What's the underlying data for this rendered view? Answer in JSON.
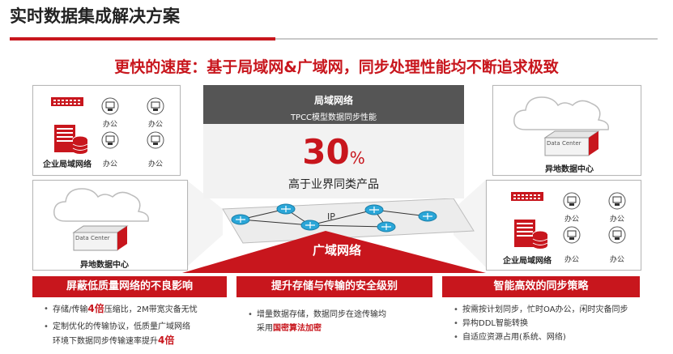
{
  "header": {
    "title": "实时数据集成解决方案",
    "subtitle": "更快的速度：基于局域网&广域网，同步处理性能均不断追求极致"
  },
  "topleft": {
    "office_labels": [
      "办公",
      "办公",
      "办公",
      "办公"
    ],
    "network_label": "企业局域网络"
  },
  "topright": {
    "dc_label": "Data Center",
    "caption": "异地数据中心"
  },
  "midleft": {
    "dc_label": "Data Center",
    "caption": "异地数据中心"
  },
  "midright": {
    "office_labels": [
      "办公",
      "办公",
      "办公",
      "办公"
    ],
    "network_label": "企业局域网络"
  },
  "lan": {
    "title": "局域网络",
    "subtitle": "TPCC模型数据同步性能",
    "value": "30",
    "unit": "%",
    "description": "高于业界同类产品"
  },
  "wan": {
    "label": "广域网络",
    "ip_label": "IP"
  },
  "bands": [
    {
      "title": "屏蔽低质量网络的不良影响",
      "items": [
        {
          "pre": "存储/传输",
          "em": "4倍",
          "post": "压缩比，2M带宽灾备无忧"
        },
        {
          "pre": "定制优化的传输协议，低质量广域网络",
          "em": "",
          "post": ""
        },
        {
          "pre": "环境下数据同步传输速率提升",
          "em": "4倍",
          "post": ""
        }
      ]
    },
    {
      "title": "提升存储与传输的安全级别",
      "items": [
        {
          "pre": "增量数据存储，数据同步在途传输均",
          "em": "",
          "post": ""
        },
        {
          "pre": "采用",
          "em": "国密算法加密",
          "post": ""
        }
      ]
    },
    {
      "title": "智能高效的同步策略",
      "items": [
        {
          "pre": "按需按计划同步，忙时OA办公，闲时灾备同步",
          "em": "",
          "post": ""
        },
        {
          "pre": "异构DDL智能转换",
          "em": "",
          "post": ""
        },
        {
          "pre": "自适应资源占用(系统、网络)",
          "em": "",
          "post": ""
        }
      ]
    }
  ],
  "colors": {
    "accent_red": "#c8161d",
    "dark_gray": "#555555",
    "light_gray": "#f2f2f2"
  }
}
